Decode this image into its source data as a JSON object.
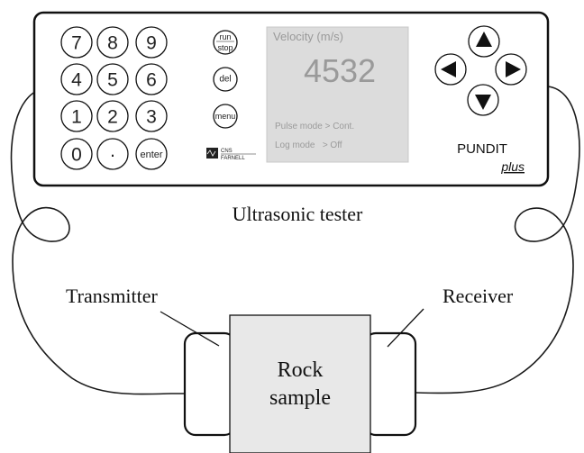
{
  "device": {
    "digit_keys": [
      "7",
      "8",
      "9",
      "4",
      "5",
      "6",
      "1",
      "2",
      "3",
      "0",
      "·",
      "enter"
    ],
    "function_keys": {
      "run_stop": [
        "run",
        "stop"
      ],
      "del": "del",
      "menu": "menu"
    },
    "logo": {
      "line1": "CNS",
      "line2": "FARNELL"
    },
    "display": {
      "velocity_label": "Velocity (m/s)",
      "velocity_value": "4532",
      "pulse_mode": "Pulse mode > Cont.",
      "log_mode": "Log mode   > Off"
    },
    "arrow_keys": [
      "up-arrow-icon",
      "left-arrow-icon",
      "right-arrow-icon",
      "down-arrow-icon"
    ],
    "brand": {
      "name": "PUNDIT",
      "sub": "plus"
    }
  },
  "labels": {
    "tester": "Ultrasonic tester",
    "transmitter": "Transmitter",
    "receiver": "Receiver",
    "sample_line1": "Rock",
    "sample_line2": "sample"
  }
}
